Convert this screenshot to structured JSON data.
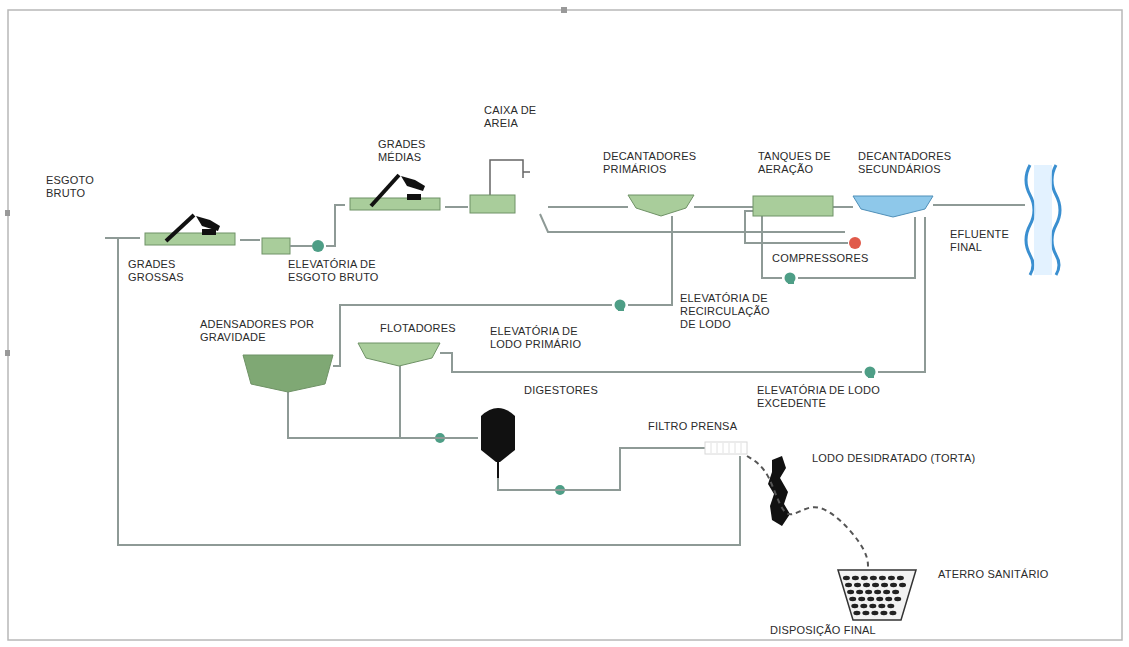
{
  "diagram": {
    "nodes": [
      {
        "text": [
          "GRADES GROSSAS"
        ]
      },
      {
        "text": [
          "ELEVATÓRIA DE ESGOTO BRUTO"
        ]
      },
      {
        "text": [
          "GRADES MÉDIAS"
        ]
      },
      {
        "text": [
          "CAIXA DE AREIA"
        ]
      },
      {
        "text": [
          "DECANTADORES PRIMÁRIOS"
        ]
      },
      {
        "text": [
          "TANQUES DE AERAÇÃO"
        ]
      },
      {
        "text": [
          "DECANTADORES SECUNDÁRIOS"
        ]
      },
      {
        "text": [
          "COMPRESSORES"
        ]
      },
      {
        "text": [
          "ELEVATÓRIA DE RECIRCULAÇÃO DE LODO"
        ]
      },
      {
        "text": [
          "ELEVATÓRIA DE LODO EXCEDENTE"
        ]
      },
      {
        "text": [
          "ADENSADORES POR GRAVIDADE"
        ]
      },
      {
        "text": [
          "FLOTADORES"
        ]
      },
      {
        "text": [
          "ELEVATÓRIA DE LODO PRIMÁRIO"
        ]
      },
      {
        "text": [
          "DIGESTORES"
        ]
      },
      {
        "text": [
          "FILTRO PRENSA"
        ]
      },
      {
        "text": [
          "ATERRO SANITÁRIO"
        ]
      }
    ],
    "edges": [
      {
        "from": 0,
        "to": 1,
        "arrow": "none"
      },
      {
        "from": 1,
        "to": 2,
        "arrow": "none"
      },
      {
        "from": 2,
        "to": 3,
        "arrow": "none"
      },
      {
        "from": 3,
        "to": 4,
        "arrow": "none"
      },
      {
        "from": 4,
        "to": 5,
        "arrow": "none"
      },
      {
        "from": 5,
        "to": 6,
        "arrow": "none"
      },
      {
        "from": 7,
        "to": 5,
        "arrow": "none"
      },
      {
        "from": 6,
        "to": 8,
        "arrow": "none"
      },
      {
        "from": 8,
        "to": 5,
        "arrow": "none"
      },
      {
        "from": 6,
        "to": 9,
        "arrow": "none"
      },
      {
        "from": 4,
        "to": 12,
        "arrow": "none"
      },
      {
        "from": 12,
        "to": 10,
        "arrow": "none"
      },
      {
        "from": 9,
        "to": 11,
        "arrow": "none"
      },
      {
        "from": 10,
        "to": 13,
        "arrow": "none"
      },
      {
        "from": 11,
        "to": 13,
        "arrow": "none"
      },
      {
        "from": 13,
        "to": 14,
        "arrow": "none"
      },
      {
        "from": 14,
        "to": 0,
        "arrow": "none"
      },
      {
        "from": 14,
        "to": 15,
        "arrow": "none"
      }
    ],
    "labels": [
      "ESGOTO BRUTO",
      "EFLUENTE FINAL",
      "LODO DESIDRATADO (TORTA)",
      "DISPOSIÇÃO FINAL"
    ]
  }
}
